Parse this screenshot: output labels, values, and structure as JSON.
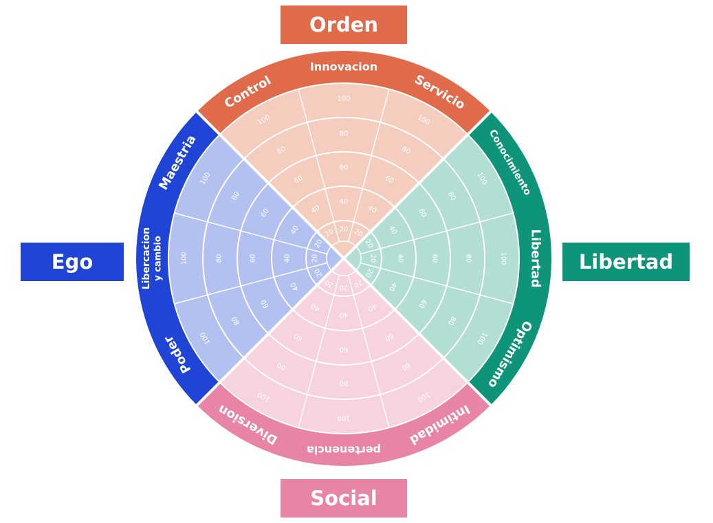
{
  "quadrants": [
    {
      "id": "orden",
      "label": "Orden",
      "outer_color": "#E06B4B",
      "inner_color": "#F5CDBE",
      "categories": [
        {
          "label": "Control"
        },
        {
          "label": "Innovacion"
        },
        {
          "label": "Servicio"
        }
      ]
    },
    {
      "id": "libertad",
      "label": "Libertad",
      "outer_color": "#0E9478",
      "inner_color": "#B2DED3",
      "categories": [
        {
          "label": "Conocimiento"
        },
        {
          "label": "Libertad"
        },
        {
          "label": "Optimismo"
        }
      ]
    },
    {
      "id": "social",
      "label": "Social",
      "outer_color": "#E885A6",
      "inner_color": "#F6D3DE",
      "categories": [
        {
          "label": "Intimidad"
        },
        {
          "label": "pertenencia"
        },
        {
          "label": "Diversion"
        }
      ]
    },
    {
      "id": "ego",
      "label": "Ego",
      "outer_color": "#1F44D6",
      "inner_color": "#B3C1F0",
      "categories": [
        {
          "label": "Poder"
        },
        {
          "label": "Libercacion",
          "label2": "y cambio"
        },
        {
          "label": "Maestria"
        }
      ]
    }
  ],
  "scale": [
    "20",
    "40",
    "60",
    "80",
    "100"
  ]
}
